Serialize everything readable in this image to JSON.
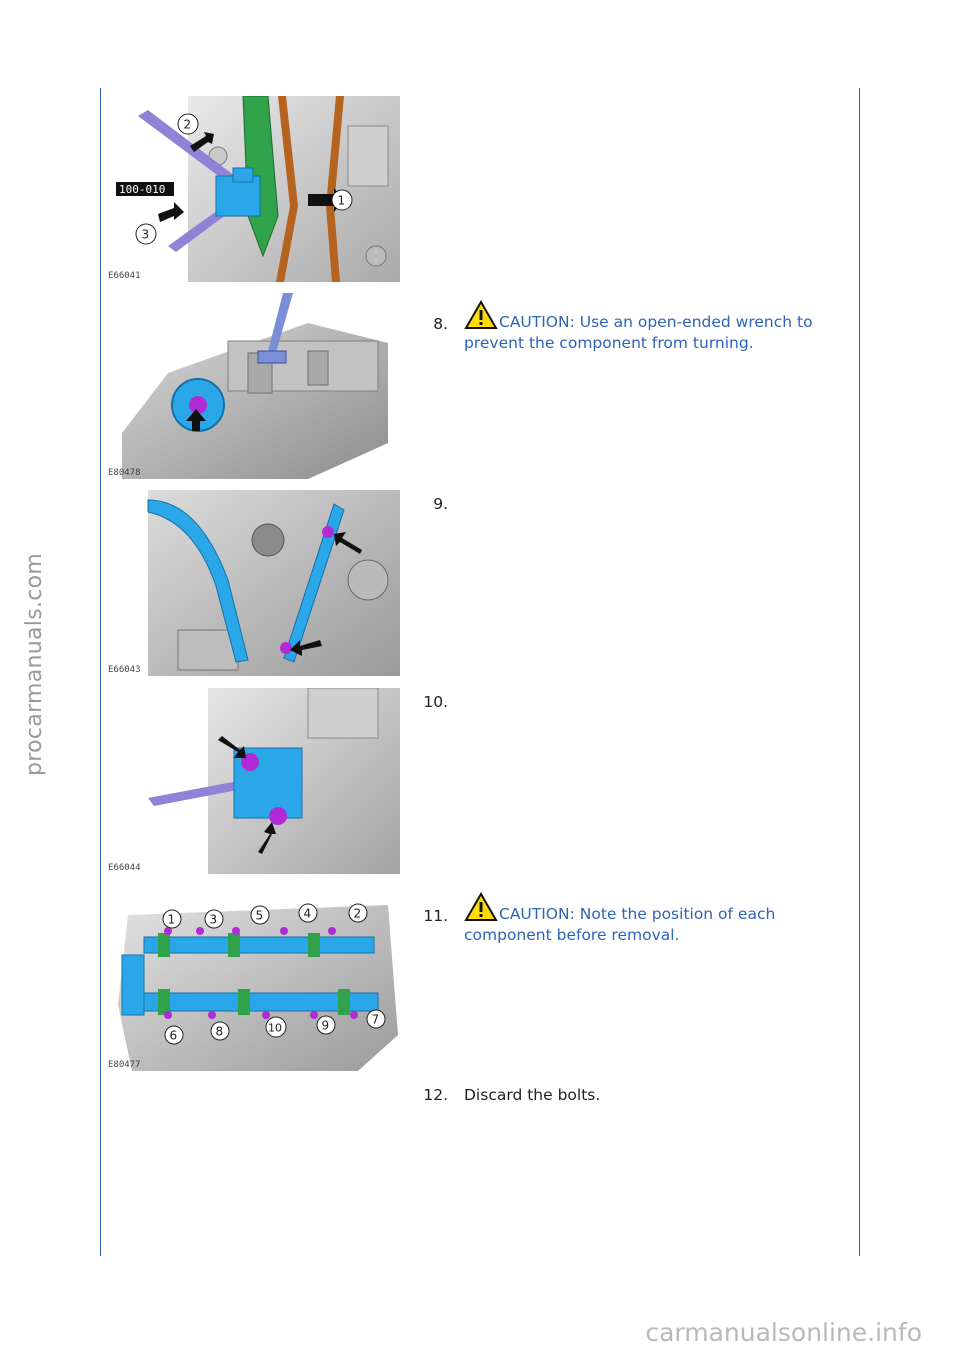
{
  "figures": [
    {
      "id": "E66041",
      "tool_label": "100-010",
      "callouts": [
        "1",
        "2",
        "3"
      ]
    },
    {
      "id": "E80478"
    },
    {
      "id": "E66043"
    },
    {
      "id": "E66044"
    },
    {
      "id": "E80477",
      "callouts": [
        "1",
        "3",
        "5",
        "4",
        "2",
        "6",
        "8",
        "10",
        "9",
        "7"
      ]
    }
  ],
  "steps": [
    {
      "number": "8.",
      "caution": "CAUTION: Use an open-ended wrench to prevent the component from turning."
    },
    {
      "number": "9.",
      "text": ""
    },
    {
      "number": "10.",
      "text": ""
    },
    {
      "number": "11.",
      "caution": "CAUTION: Note the position of each component before removal."
    },
    {
      "number": "12.",
      "text": "Discard the bolts."
    }
  ],
  "watermarks": {
    "side": "procarmanuals.com",
    "bottom": "carmanualsonline.info"
  },
  "colors": {
    "rule": "#2f63b6",
    "caution_text": "#2f63b6",
    "warning_yellow": "#ffdd00",
    "part_blue": "#2aa7e8",
    "bolt_magenta": "#b02ad6"
  }
}
